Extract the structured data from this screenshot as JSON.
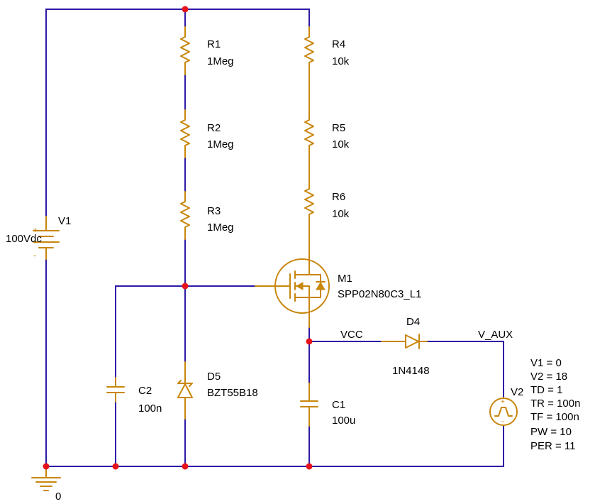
{
  "colors": {
    "wire": "#2d1aa6",
    "component": "#c8860b",
    "node": "#e8121b",
    "text": "#000000",
    "background": "#ffffff"
  },
  "components": {
    "r1": {
      "ref": "R1",
      "value": "1Meg"
    },
    "r2": {
      "ref": "R2",
      "value": "1Meg"
    },
    "r3": {
      "ref": "R3",
      "value": "1Meg"
    },
    "r4": {
      "ref": "R4",
      "value": "10k"
    },
    "r5": {
      "ref": "R5",
      "value": "10k"
    },
    "r6": {
      "ref": "R6",
      "value": "10k"
    },
    "v1": {
      "ref": "V1",
      "value": "100Vdc"
    },
    "m1": {
      "ref": "M1",
      "value": "SPP02N80C3_L1"
    },
    "d4": {
      "ref": "D4",
      "value": "1N4148"
    },
    "d5": {
      "ref": "D5",
      "value": "BZT55B18"
    },
    "c1": {
      "ref": "C1",
      "value": "100u"
    },
    "c2": {
      "ref": "C2",
      "value": "100n"
    },
    "v2": {
      "ref": "V2",
      "params": [
        "V1 = 0",
        "V2 = 18",
        "TD = 1",
        "TR = 100n",
        "TF = 100n",
        "PW = 10",
        "PER = 11"
      ]
    }
  },
  "nets": {
    "vcc": "VCC",
    "v_aux": "V_AUX",
    "ground": "0"
  },
  "polarity": {
    "plus": "+",
    "minus": "-"
  }
}
